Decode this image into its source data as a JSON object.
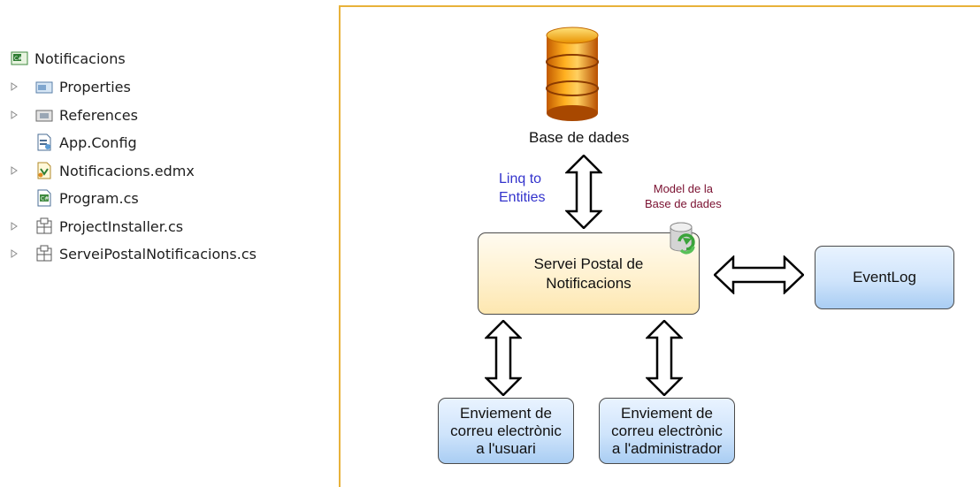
{
  "solution_explorer": {
    "project": {
      "label": "Notificacions",
      "icon": "csharp-project-icon"
    },
    "items": [
      {
        "label": "Properties",
        "icon": "properties-folder-icon",
        "expandable": true
      },
      {
        "label": "References",
        "icon": "references-folder-icon",
        "expandable": true
      },
      {
        "label": "App.Config",
        "icon": "config-file-icon",
        "expandable": false
      },
      {
        "label": "Notificacions.edmx",
        "icon": "edmx-file-icon",
        "expandable": true
      },
      {
        "label": "Program.cs",
        "icon": "csharp-file-icon",
        "expandable": false
      },
      {
        "label": "ProjectInstaller.cs",
        "icon": "component-file-icon",
        "expandable": true
      },
      {
        "label": "ServeiPostalNotificacions.cs",
        "icon": "component-file-icon",
        "expandable": true
      }
    ]
  },
  "diagram": {
    "database": {
      "label": "Base de dades"
    },
    "linq": {
      "line1": "Linq to",
      "line2": "Entities"
    },
    "model": {
      "line1": "Model de la",
      "line2": "Base de dades"
    },
    "service": {
      "line1": "Servei Postal de",
      "line2": "Notificacions"
    },
    "eventlog": {
      "label": "EventLog"
    },
    "mail_user": {
      "line1": "Enviement de",
      "line2": "correu electrònic",
      "line3": "a l'usuari"
    },
    "mail_admin": {
      "line1": "Enviement de",
      "line2": "correu electrònic",
      "line3": "a l'administrador"
    }
  },
  "colors": {
    "frame": "#e8b23a",
    "linq_text": "#3333cc",
    "model_text": "#7a1030",
    "service_fill": "#fff1cf",
    "node_fill_blue": "#cfe4fb"
  }
}
